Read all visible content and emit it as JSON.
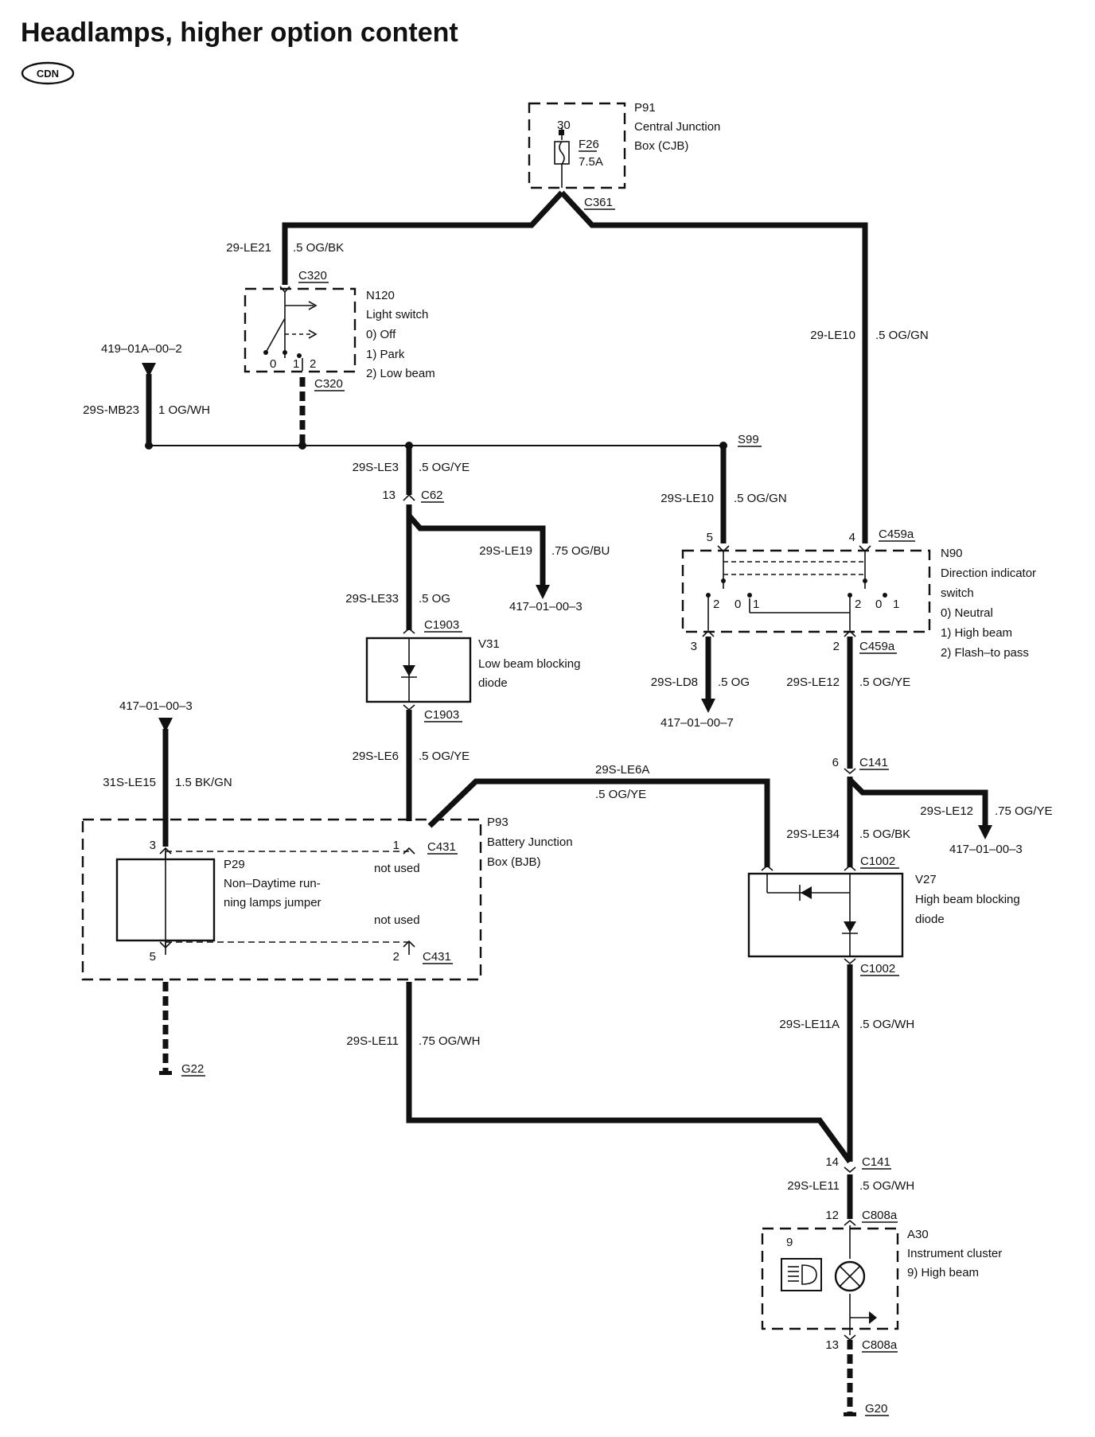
{
  "title": "Headlamps, higher option content",
  "badge": "CDN",
  "components": {
    "p91": {
      "id": "P91",
      "name1": "Central Junction",
      "name2": "Box (CJB)",
      "pin": "30",
      "fuse": "F26",
      "rating": "7.5A"
    },
    "n120": {
      "id": "N120",
      "name": "Light switch",
      "opts": [
        "0)    Off",
        "1)    Park",
        "2)    Low beam"
      ],
      "pins": [
        "0",
        "1",
        "2"
      ]
    },
    "n90": {
      "id": "N90",
      "name1": "Direction indicator",
      "name2": "switch",
      "opts": [
        "0)    Neutral",
        "1)    High beam",
        "2)    Flash–to pass"
      ],
      "pins_left": [
        "2",
        "0",
        "1"
      ],
      "pins_right": [
        "2",
        "0",
        "1"
      ]
    },
    "v31": {
      "id": "V31",
      "name1": "Low beam blocking",
      "name2": "diode"
    },
    "p93": {
      "id": "P93",
      "name1": "Battery Junction",
      "name2": "Box (BJB)",
      "not_used1": "not used",
      "not_used2": "not used"
    },
    "p29": {
      "id": "P29",
      "name1": "Non–Daytime run-",
      "name2": "ning lamps jumper"
    },
    "v27": {
      "id": "V27",
      "name1": "High beam blocking",
      "name2": "diode"
    },
    "a30": {
      "id": "A30",
      "name": "Instrument cluster",
      "item": "9)    High beam",
      "pin": "9"
    }
  },
  "connectors": {
    "c361": "C361",
    "c320a": "C320",
    "c320b": "C320",
    "c62": "C62",
    "s99": "S99",
    "c459a_top": "C459a",
    "c459a_bot": "C459a",
    "c1903a": "C1903",
    "c1903b": "C1903",
    "c431a": "C431",
    "c431b": "C431",
    "c141a": "C141",
    "c141b": "C141",
    "c1002a": "C1002",
    "c1002b": "C1002",
    "c808a_top": "C808a",
    "c808a_bot": "C808a",
    "g22": "G22",
    "g20": "G20"
  },
  "pins": {
    "c62_13": "13",
    "n90_5": "5",
    "n90_4": "4",
    "n90_3": "3",
    "n90_2": "2",
    "p93_3": "3",
    "p93_1": "1",
    "p93_5": "5",
    "p93_2": "2",
    "c141_6": "6",
    "c141_14": "14",
    "c808_12": "12",
    "c808_13": "13"
  },
  "references": {
    "r419": "419–01A–00–2",
    "r417_le19": "417–01–00–3",
    "r417_p29": "417–01–00–3",
    "r417_ld8": "417–01–00–7",
    "r417_le12": "417–01–00–3"
  },
  "wires": {
    "le21": {
      "code": "29-LE21",
      "spec": ".5 OG/BK"
    },
    "le10": {
      "code": "29-LE10",
      "spec": ".5 OG/GN"
    },
    "mb23": {
      "code": "29S-MB23",
      "spec": "1 OG/WH"
    },
    "le3": {
      "code": "29S-LE3",
      "spec": ".5 OG/YE"
    },
    "sle10": {
      "code": "29S-LE10",
      "spec": ".5 OG/GN"
    },
    "le19": {
      "code": "29S-LE19",
      "spec": ".75 OG/BU"
    },
    "le33": {
      "code": "29S-LE33",
      "spec": ".5 OG"
    },
    "ld8": {
      "code": "29S-LD8",
      "spec": ".5 OG"
    },
    "le12a": {
      "code": "29S-LE12",
      "spec": ".5 OG/YE"
    },
    "le6": {
      "code": "29S-LE6",
      "spec": ".5 OG/YE"
    },
    "le6a": {
      "code": "29S-LE6A",
      "spec": ".5 OG/YE"
    },
    "le15": {
      "code": "31S-LE15",
      "spec": "1.5 BK/GN"
    },
    "le12b": {
      "code": "29S-LE12",
      "spec": ".75 OG/YE"
    },
    "le34": {
      "code": "29S-LE34",
      "spec": ".5 OG/BK"
    },
    "le11a": {
      "code": "29S-LE11A",
      "spec": ".5 OG/WH"
    },
    "le11": {
      "code": "29S-LE11",
      "spec": ".75 OG/WH"
    },
    "le11b": {
      "code": "29S-LE11",
      "spec": ".5 OG/WH"
    }
  }
}
